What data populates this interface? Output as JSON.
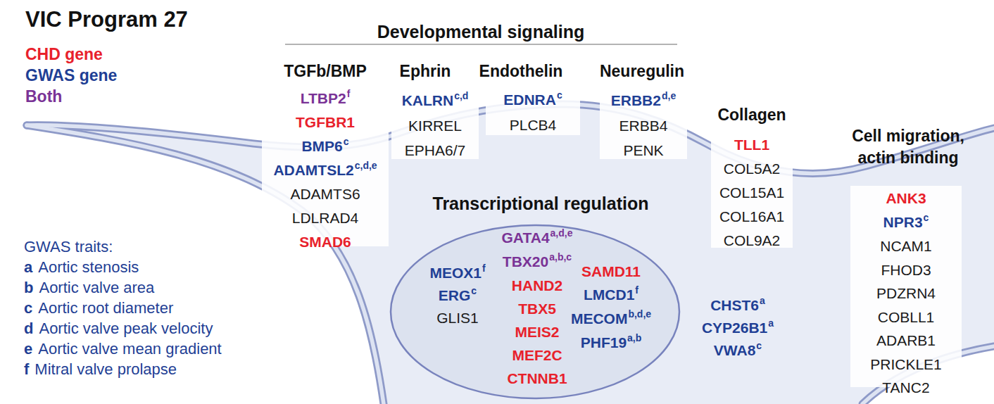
{
  "diagram": {
    "title": "VIC Program 27",
    "nodes": [
      {
        "text": [
          "TGFb/BMP",
          "LTBP2",
          "f",
          "TGFBR1",
          "BMP6",
          "c",
          "ADAMTSL2",
          "c,d,e",
          "ADAMTS6",
          "LDLRAD4",
          "SMAD6"
        ]
      },
      {
        "text": [
          "Ephrin",
          "KALRN",
          "c,d",
          "KIRREL",
          "EPHA6/7"
        ]
      },
      {
        "text": [
          "Endothelin",
          "EDNRA",
          "c",
          "PLCB4"
        ]
      },
      {
        "text": [
          "Neuregulin",
          "ERBB2",
          "d,e",
          "ERBB4",
          "PENK"
        ]
      },
      {
        "text": [
          "Collagen",
          "TLL1",
          "COL5A2",
          "COL15A1",
          "COL16A1",
          "COL9A2"
        ]
      },
      {
        "text": [
          "Cell migration, actin binding",
          "ANK3",
          "NPR3",
          "c",
          "NCAM1",
          "FHOD3",
          "PDZRN4",
          "COBLL1",
          "ADARB1",
          "PRICKLE1",
          "TANC2"
        ]
      },
      {
        "text": [
          "Transcriptional regulation",
          "MEOX1",
          "f",
          "ERG",
          "c",
          "GLIS1",
          "GATA4",
          "a,d,e",
          "TBX20",
          "a,b,c",
          "HAND2",
          "TBX5",
          "MEIS2",
          "MEF2C",
          "CTNNB1",
          "SAMD11",
          "LMCD1",
          "f",
          "MECOM",
          "b,d,e",
          "PHF19",
          "a,b"
        ]
      }
    ],
    "labels": [
      "Developmental signaling",
      "GWAS traits:",
      "a",
      "Aortic stenosis",
      "b",
      "Aortic valve area",
      "c",
      "Aortic root diameter",
      "d",
      "Aortic valve peak velocity",
      "e",
      "Aortic valve mean gradient",
      "f",
      "Mitral valve prolapse",
      "CHST6",
      "a",
      "CYP26B1",
      "a",
      "VWA8",
      "c"
    ],
    "legend": [
      {
        "text": "CHD gene",
        "color": "#e8212b"
      },
      {
        "text": "GWAS gene",
        "color": "#1f3f95"
      },
      {
        "text": "Both",
        "color": "#7a3396"
      }
    ]
  }
}
